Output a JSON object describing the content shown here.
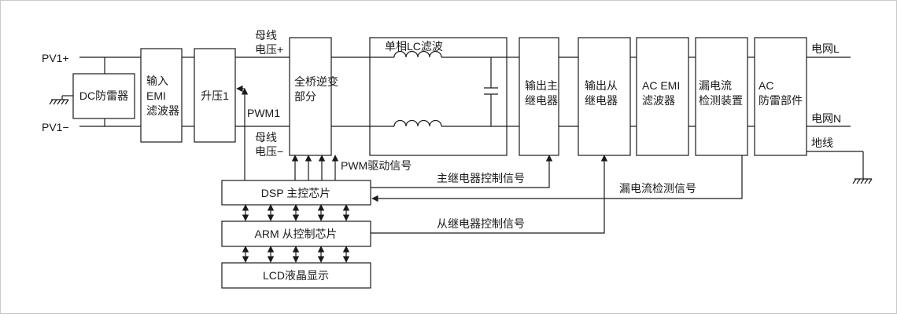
{
  "labels": {
    "pv_plus": "PV1+",
    "pv_minus": "PV1−",
    "bus_plus_1": "母线",
    "bus_plus_2": "电压+",
    "bus_minus_1": "母线",
    "bus_minus_2": "电压−",
    "lc_filter": "单相LC滤波",
    "pwm1": "PWM1",
    "pwm_drive": "PWM驱动信号",
    "main_relay_ctrl": "主继电器控制信号",
    "leak_detect_sig": "漏电流检测信号",
    "slave_relay_ctrl": "从继电器控制信号",
    "grid_l": "电网L",
    "grid_n": "电网N",
    "ground": "地线"
  },
  "blocks": {
    "dc_spd": "DC防雷器",
    "input_emi": [
      "输入",
      "EMI",
      "滤波器"
    ],
    "boost": "升压1",
    "inverter": [
      "全桥逆变",
      "部分"
    ],
    "main_relay": [
      "输出主",
      "继电器"
    ],
    "slave_relay": [
      "输出从",
      "继电器"
    ],
    "ac_emi": [
      "AC EMI",
      "滤波器"
    ],
    "leak_detector": [
      "漏电流",
      "检测装置"
    ],
    "ac_spd": [
      "AC",
      "防雷部件"
    ],
    "dsp": "DSP 主控芯片",
    "arm": "ARM 从控制芯片",
    "lcd": "LCD液晶显示"
  },
  "colors": {
    "line": "#1a1a1a",
    "frame": "#c9c9c9",
    "background": "#ffffff"
  }
}
